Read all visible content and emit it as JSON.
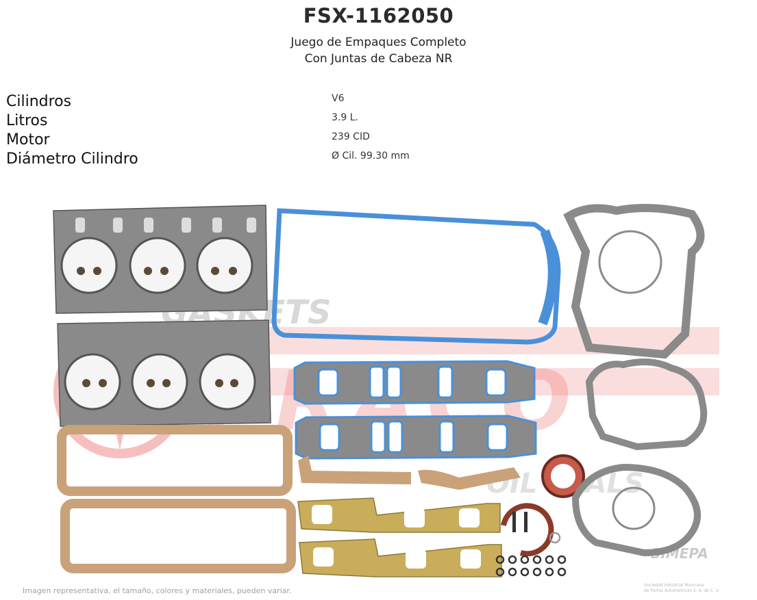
{
  "header": {
    "part_number": "FSX-1162050",
    "subtitle_line1": "Juego de Empaques Completo",
    "subtitle_line2": "Con Juntas de Cabeza NR"
  },
  "specs": [
    {
      "label": "Cilindros",
      "value": "V6"
    },
    {
      "label": "Litros",
      "value": "3.9 L."
    },
    {
      "label": "Motor",
      "value": "239 CID"
    },
    {
      "label": "Diámetro Cilindro",
      "value": "Ø Cil. 99.30 mm"
    }
  ],
  "image": {
    "watermark_gaskets": "GASKETS",
    "watermark_brand": "FRACO",
    "watermark_oilseals": "OIL SEALS",
    "watermark_simepa": "SIMEPA",
    "caption": "Imagen representativa, el tamaño, colores y materiales, pueden variar.",
    "legal_line1": "Sociedad Industrial Mexicana",
    "legal_line2": "de Partes Automotrices S. A. de C. V."
  },
  "colors": {
    "gasket_gray": "#8a8a8a",
    "gasket_blue": "#4a90d9",
    "cork": "#c9a27a",
    "exhaust_gold": "#c9ad5a",
    "seal_red": "#8b3a2a",
    "watermark_red": "#e84a4a"
  }
}
